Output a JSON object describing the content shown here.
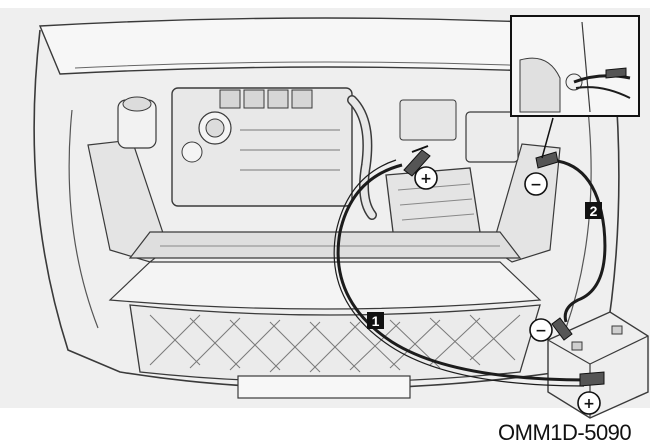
{
  "diagram": {
    "figure_code": "OMM1D-5090",
    "callouts": [
      {
        "label": "1"
      },
      {
        "label": "2"
      }
    ],
    "terminal_symbols": {
      "positive": "+",
      "negative": "−"
    },
    "colors": {
      "background_panel": "#efefef",
      "line_art": "#3a3a3a",
      "cable": "#1c1c1c",
      "badge": "#111111"
    }
  }
}
